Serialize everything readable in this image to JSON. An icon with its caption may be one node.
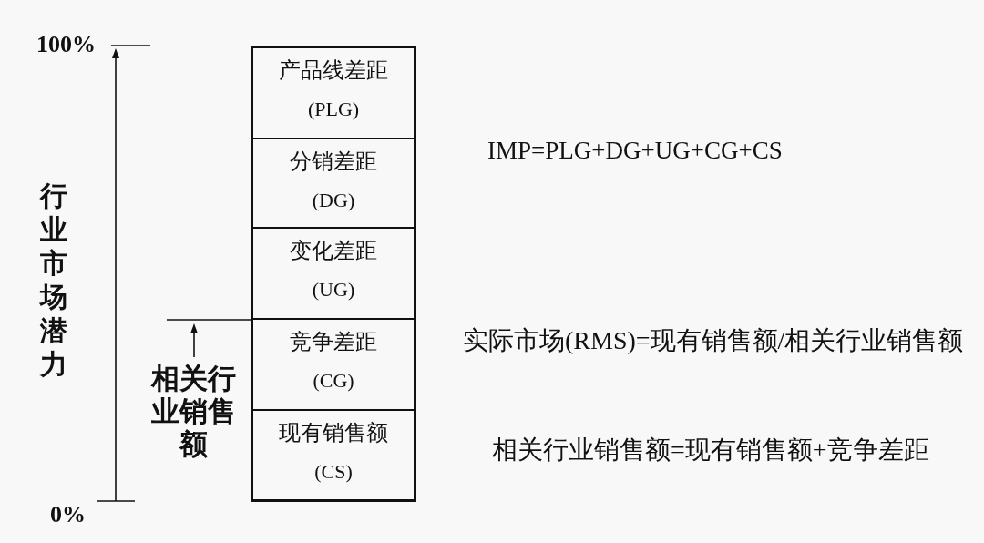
{
  "diagram": {
    "nodes": [
      {
        "text": [
          "产品线差距",
          "(PLG)"
        ]
      },
      {
        "text": [
          "分销差距",
          "(DG)"
        ]
      },
      {
        "text": [
          "变化差距",
          "(UG)"
        ]
      },
      {
        "text": [
          "竞争差距",
          "(CG)"
        ]
      },
      {
        "text": [
          "现有销售额",
          "(CS)"
        ]
      }
    ],
    "labels": [
      "100%",
      "IMP=PLG+DG+UG+CG+CS",
      "行业市场潜力",
      "实际市场(RMS)=现有销售额/相关行业销售额",
      "相关行业销售额",
      "相关行业销售额=现有销售额+竞争差距",
      "0%"
    ]
  }
}
